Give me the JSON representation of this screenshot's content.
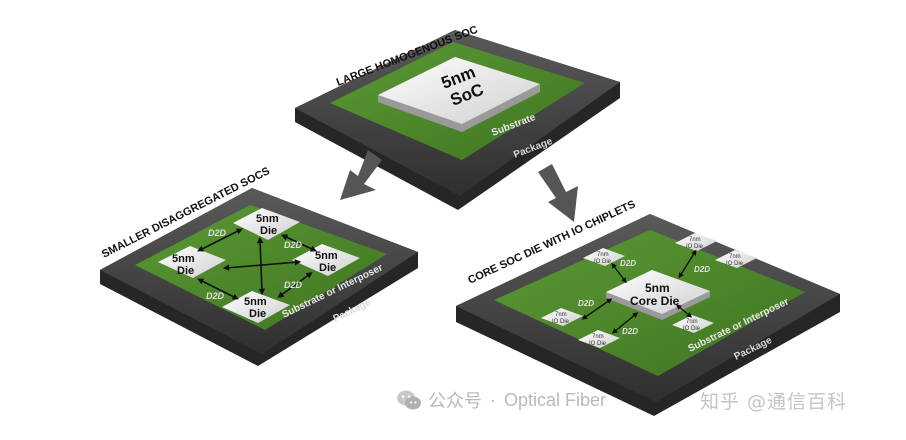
{
  "top_package": {
    "caption": "LARGE HOMOGENOUS SOC",
    "chip_line1": "5nm",
    "chip_line2": "SoC",
    "substrate": "Substrate",
    "package": "Package"
  },
  "left_package": {
    "caption": "SMALLER  DISAGGREGATED SOCS",
    "dies": [
      {
        "line1": "5nm",
        "line2": "Die"
      },
      {
        "line1": "5nm",
        "line2": "Die"
      },
      {
        "line1": "5nm",
        "line2": "Die"
      },
      {
        "line1": "5nm",
        "line2": "Die"
      }
    ],
    "d2d_labels": [
      "D2D",
      "D2D",
      "D2D",
      "D2D"
    ],
    "substrate": "Substrate or Interposer",
    "package": "Package"
  },
  "right_package": {
    "caption": "CORE SOC DIE WITH IO CHIPLETS",
    "core_line1": "5nm",
    "core_line2": "Core Die",
    "io_chiplets": [
      {
        "line1": "7nm",
        "line2": "IO Die"
      },
      {
        "line1": "7nm",
        "line2": "IO Die"
      },
      {
        "line1": "7nm",
        "line2": "IO Die"
      },
      {
        "line1": "7nm",
        "line2": "IO Die"
      },
      {
        "line1": "7nm",
        "line2": "IO Die"
      },
      {
        "line1": "7nm",
        "line2": "IO Die"
      }
    ],
    "d2d_labels": [
      "D2D",
      "D2D",
      "D2D",
      "D2D"
    ],
    "substrate": "Substrate or Interposer",
    "package": "Package"
  },
  "watermark": {
    "prefix": "公众号",
    "separator": "·",
    "name": "Optical Fiber",
    "overlay": "知乎 @通信百科"
  },
  "colors": {
    "package": "#4a4a4a",
    "substrate": "#4f8a2c",
    "die": "#ececec",
    "arrow": "#555555"
  }
}
